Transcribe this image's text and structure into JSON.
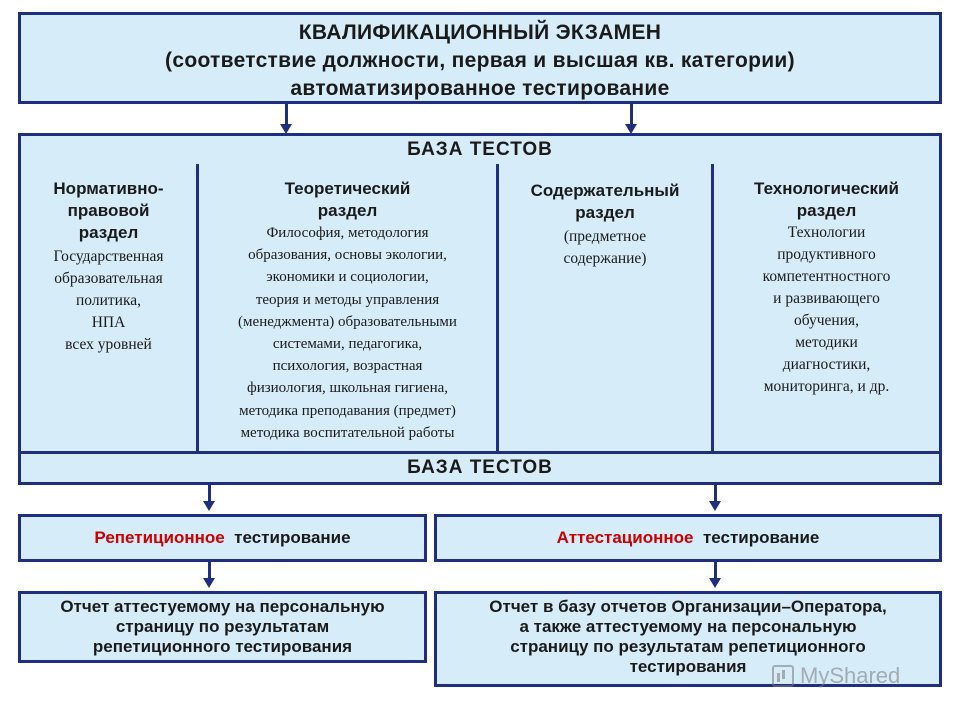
{
  "title": {
    "line1": "КВАЛИФИКАЦИОННЫЙ ЭКЗАМЕН",
    "line2": "(соответствие должности, первая и высшая кв. категории)",
    "line3": "автоматизированное тестирование"
  },
  "base_top": "БАЗА ТЕСТОВ",
  "base_bottom": "БАЗА ТЕСТОВ",
  "sections": [
    {
      "heading": [
        "Нормативно-",
        "правовой",
        "раздел"
      ],
      "body": [
        "Государственная",
        "образовательная",
        "политика,",
        "НПА",
        "всех уровней"
      ]
    },
    {
      "heading": [
        "Теоретический",
        "раздел"
      ],
      "body": [
        "Философия, методология",
        "образования, основы экологии,",
        "экономики  и социологии,",
        "теория и методы управления",
        "(менеджмента) образовательными",
        "системами, педагогика,",
        "психология, возрастная",
        "физиология, школьная гигиена,",
        "методика преподавания (предмет)",
        "методика воспитательной работы"
      ]
    },
    {
      "heading": [
        "Содержательный",
        "раздел"
      ],
      "body": [
        "(предметное",
        "содержание)"
      ]
    },
    {
      "heading": [
        "Технологический",
        "раздел"
      ],
      "body": [
        "Технологии",
        "продуктивного",
        "компетентностного",
        "и развивающего",
        "обучения,",
        "методики",
        "диагностики,",
        "мониторинга,  и др."
      ]
    }
  ],
  "modes": {
    "left": {
      "highlight": "Репетиционное",
      "rest": "тестирование"
    },
    "right": {
      "highlight": "Аттестационное",
      "rest": "тестирование"
    }
  },
  "reports": {
    "left": [
      "Отчет аттестуемому на персональную",
      "страницу по результатам",
      "репетиционного тестирования"
    ],
    "right": [
      "Отчет в базу отчетов Организации–Оператора,",
      "а также аттестуемому на персональную",
      "страницу по результатам репетиционного",
      "тестирования"
    ]
  },
  "watermark": "MyShared",
  "colors": {
    "border": "#1f2f80",
    "fill": "#d6ecf9",
    "highlight": "#cc0000"
  }
}
